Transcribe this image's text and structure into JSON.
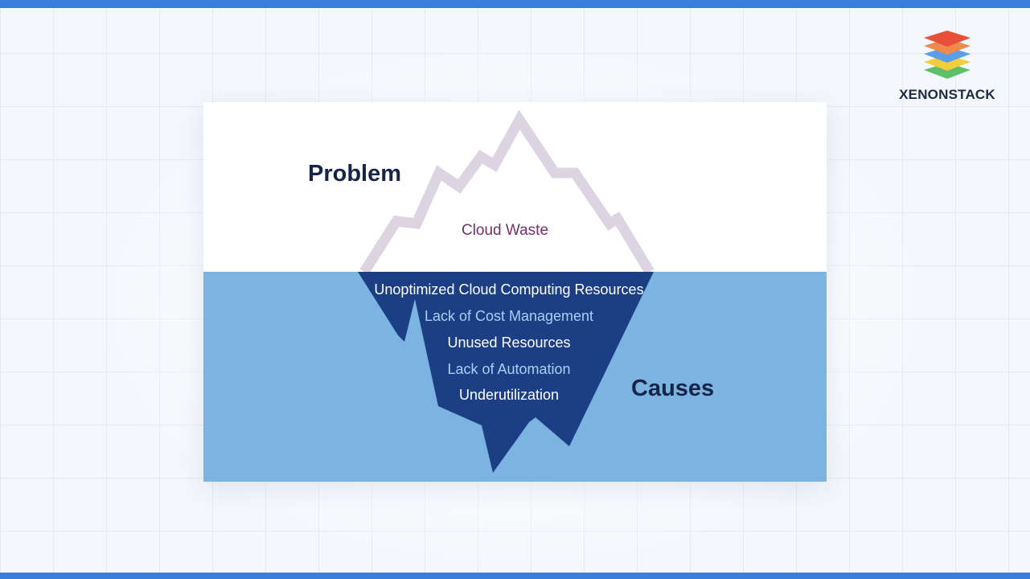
{
  "brand": {
    "name": "XENONSTACK",
    "icon": "layered-stack-logo-icon"
  },
  "diagram": {
    "problem_label": "Problem",
    "causes_label": "Causes",
    "tip": "Cloud Waste",
    "causes": [
      "Unoptimized Cloud Computing Resources",
      "Lack of Cost Management",
      "Unused Resources",
      "Lack of Automation",
      "Underutilization"
    ]
  },
  "colors": {
    "accent_bar": "#3b7fdc",
    "sea": "#7bb4e0",
    "iceberg_underwater": "#1c3e84",
    "iceberg_outline": "#ddd4e3",
    "heading": "#16244a",
    "tip_text": "#74306a"
  }
}
